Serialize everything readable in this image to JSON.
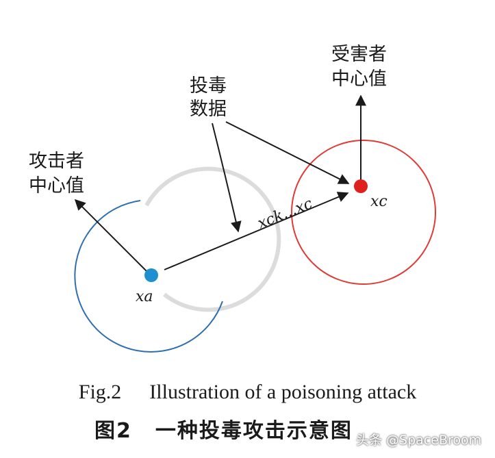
{
  "diagram": {
    "labels": {
      "victim_center": [
        "受害者",
        "中心值"
      ],
      "poison_data": [
        "投毒",
        "数据"
      ],
      "attacker_center": [
        "攻击者",
        "中心值"
      ]
    },
    "points": {
      "victim": "xc",
      "attacker": "xa",
      "path": "xck...xc"
    },
    "colors": {
      "victim": "#e0201c",
      "attacker": "#1f8fcf",
      "victim_circle": "#e03a36",
      "attacker_circle": "#2e6fb0",
      "shadow_circle": "#d6d6d6",
      "arrow": "#1a1a1a"
    }
  },
  "caption": {
    "fig_label": "Fig.2",
    "fig_title": "Illustration of a poisoning attack",
    "cn_label": "图2",
    "cn_title": "一种投毒攻击示意图"
  },
  "watermark": "头条 @SpaceBroom"
}
